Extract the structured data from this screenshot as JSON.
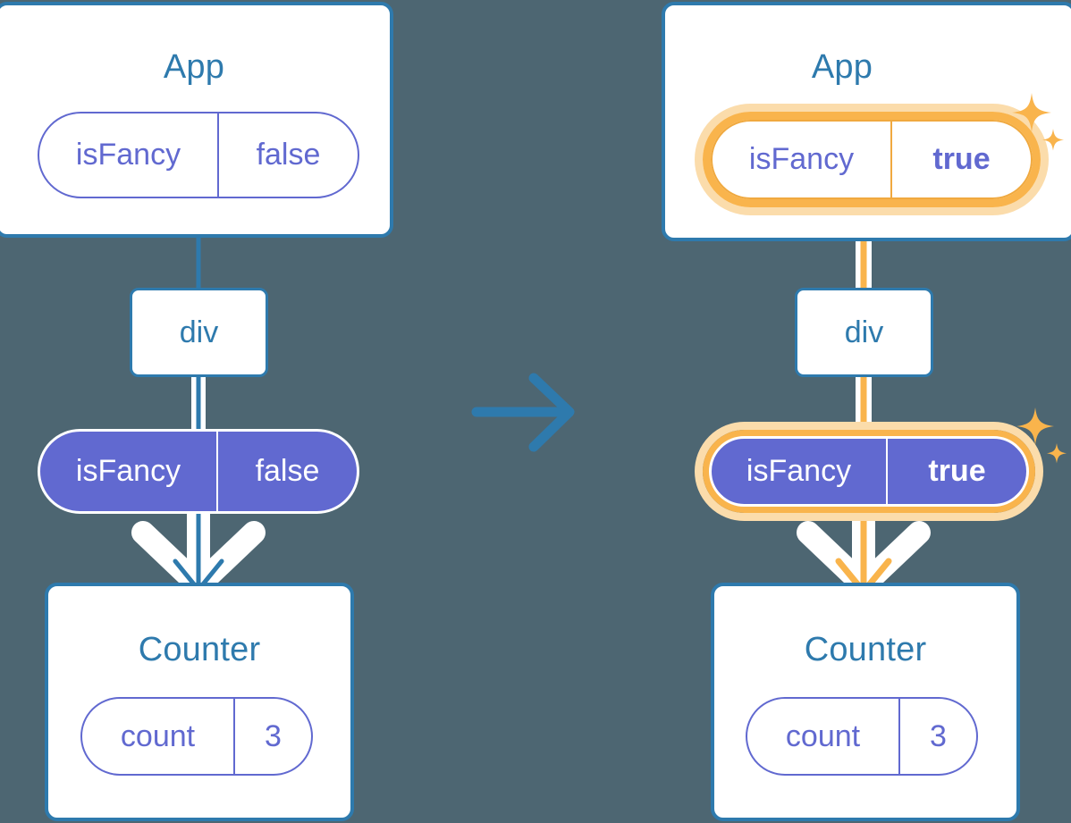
{
  "meta": {
    "background_color": "#4d6672",
    "accent_blue": "#2e7aad",
    "accent_purple": "#6169d0",
    "highlight_orange": "#f9b44c",
    "highlight_orange_pale": "#fbdcab",
    "white": "#ffffff"
  },
  "before": {
    "app": {
      "title": "App",
      "state": {
        "key": "isFancy",
        "value": "false",
        "bold_value": false,
        "highlighted": false,
        "style": "outline"
      }
    },
    "div": {
      "label": "div"
    },
    "prop": {
      "key": "isFancy",
      "value": "false",
      "bold_value": false,
      "highlighted": false,
      "style": "filled"
    },
    "counter": {
      "title": "Counter",
      "state": {
        "key": "count",
        "value": "3",
        "bold_value": false,
        "highlighted": false,
        "style": "outline"
      }
    },
    "edge_color": "#2e7aad",
    "arrow_color": "#2e7aad"
  },
  "transition": {
    "icon": "arrow-right-icon",
    "color": "#2e7aad"
  },
  "after": {
    "app": {
      "title": "App",
      "state": {
        "key": "isFancy",
        "value": "true",
        "bold_value": true,
        "highlighted": true,
        "style": "outline"
      }
    },
    "div": {
      "label": "div"
    },
    "prop": {
      "key": "isFancy",
      "value": "true",
      "bold_value": true,
      "highlighted": true,
      "style": "filled"
    },
    "counter": {
      "title": "Counter",
      "state": {
        "key": "count",
        "value": "3",
        "bold_value": false,
        "highlighted": false,
        "style": "outline"
      }
    },
    "edge_color": "#f9b44c",
    "arrow_color": "#f9b44c",
    "sparkle_icon": "sparkles-icon"
  }
}
